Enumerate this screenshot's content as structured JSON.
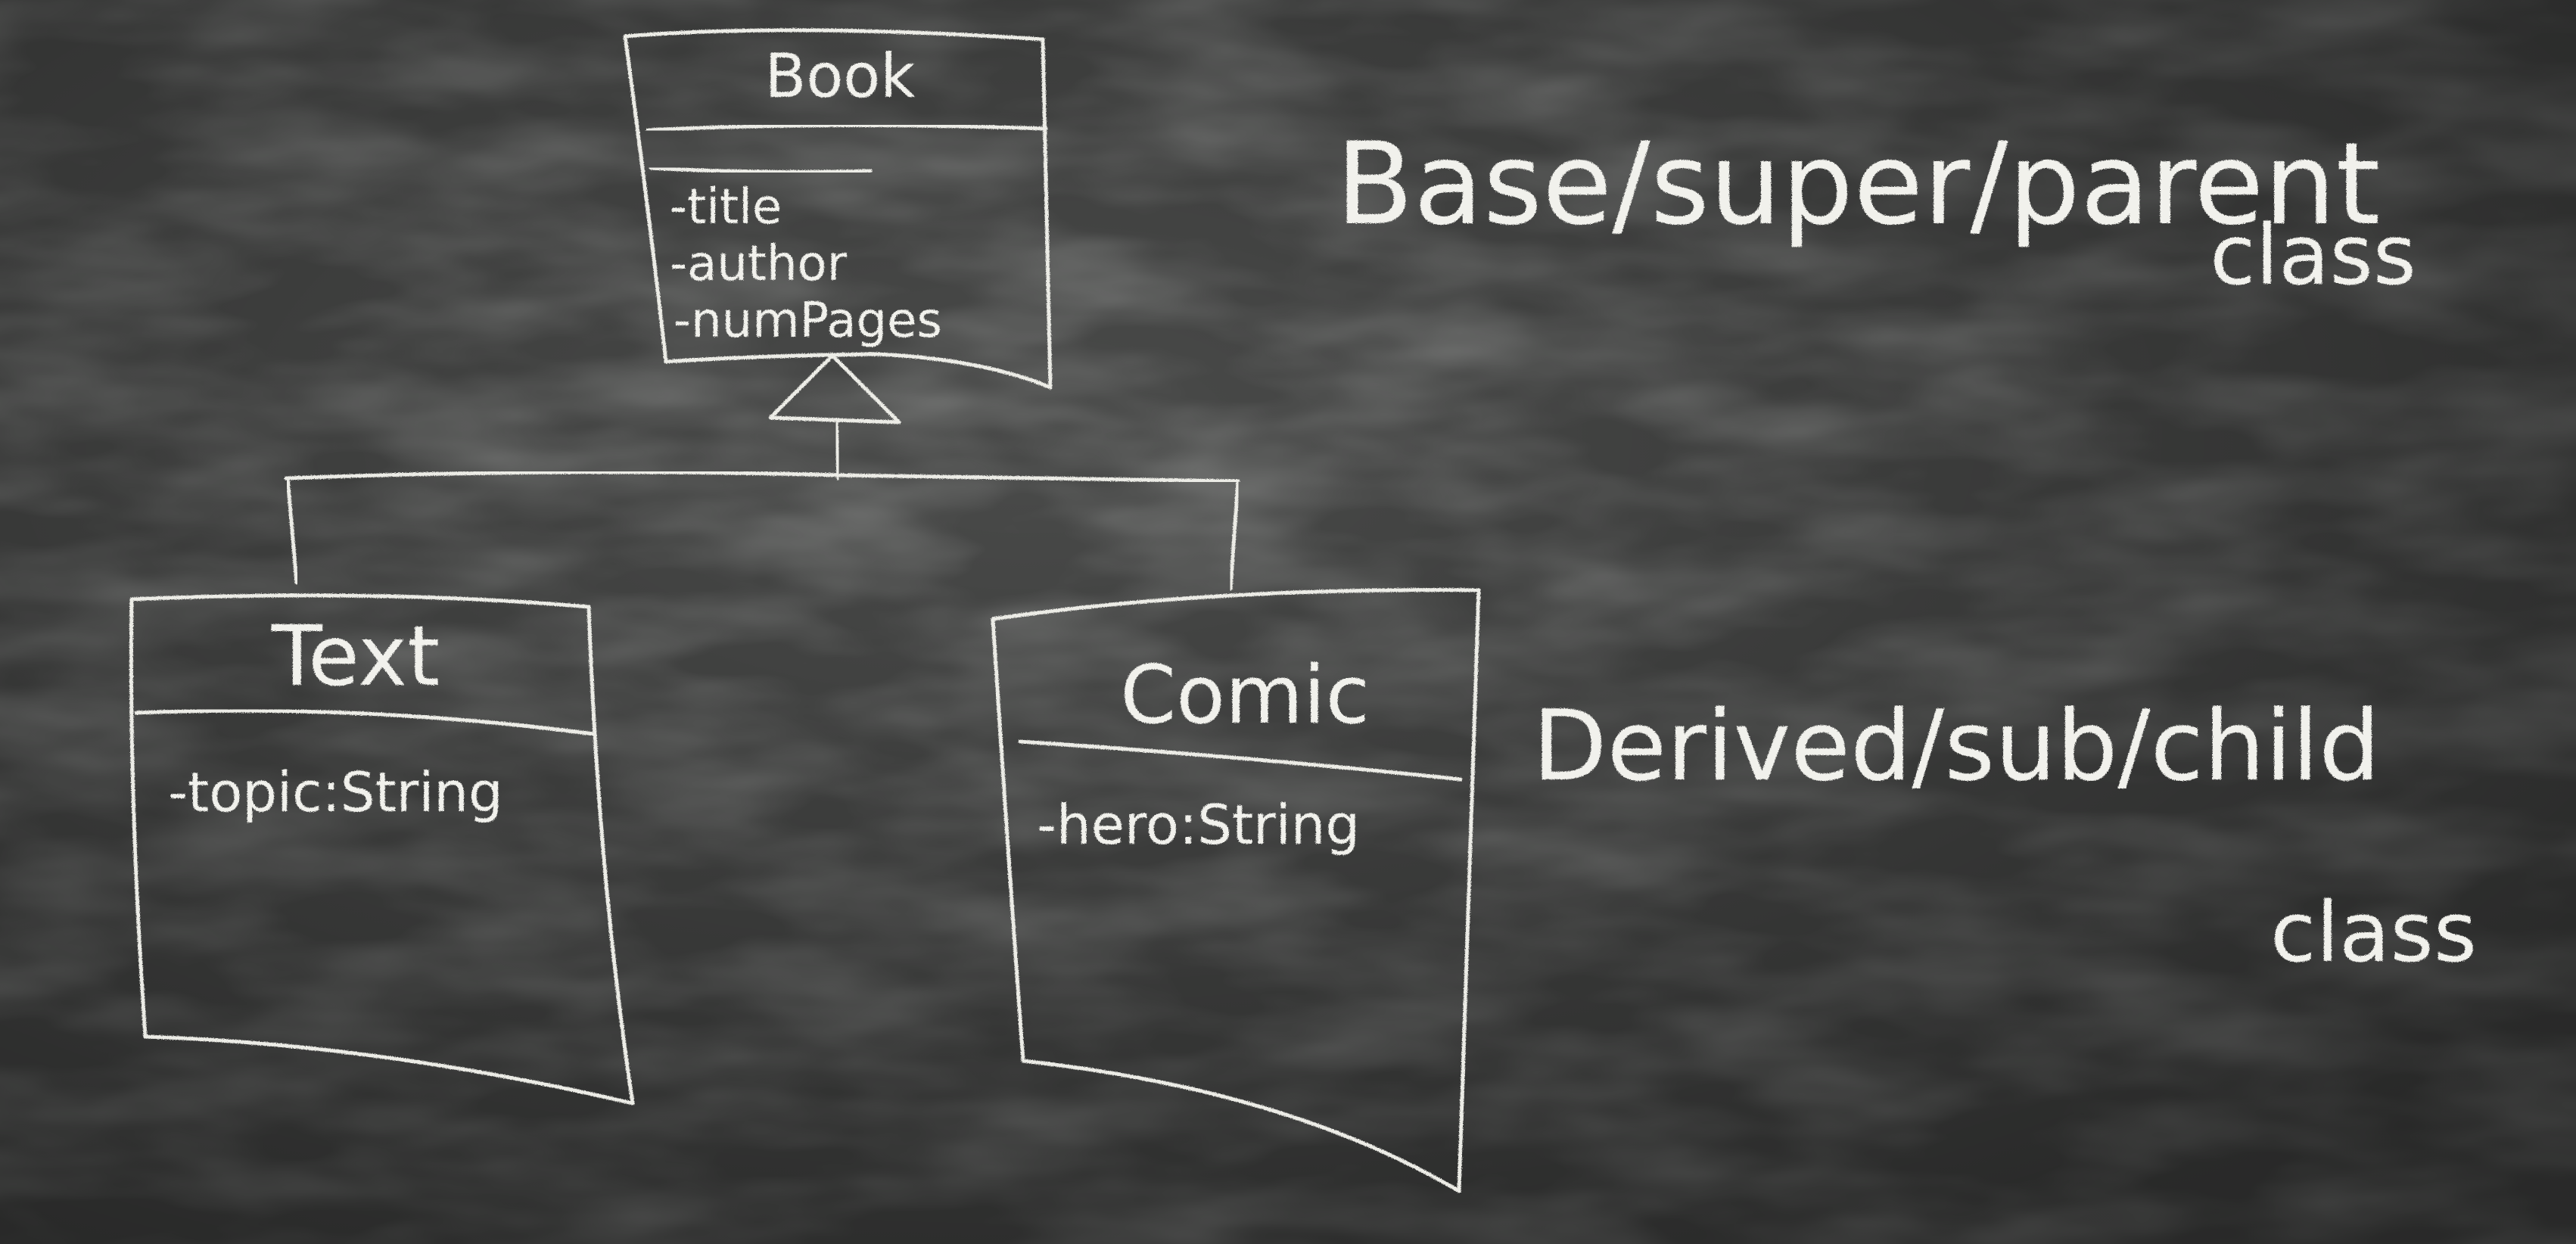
{
  "board": {
    "background_color": "#4a4b4a",
    "chalk_color": "#f1f1ec"
  },
  "diagram": {
    "book": {
      "name": "Book",
      "attributes": [
        "-title",
        "-author",
        "-numPages"
      ]
    },
    "text": {
      "name": "Text",
      "attributes": [
        "-topic:String"
      ]
    },
    "comic": {
      "name": "Comic",
      "attributes": [
        "-hero:String"
      ]
    },
    "annotations": {
      "base_line1": "Base/super/parent",
      "base_line2": "class",
      "derived_line1": "Derived/sub/child",
      "derived_line2": "class"
    }
  }
}
